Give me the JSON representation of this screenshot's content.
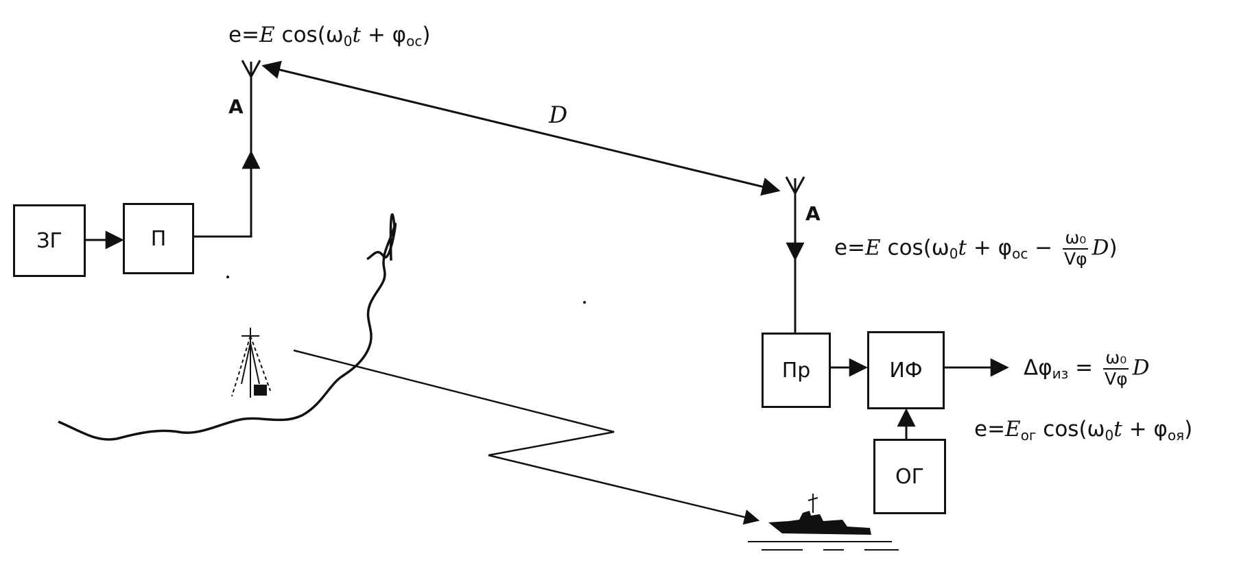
{
  "blocks": {
    "generator": "ЗГ",
    "transmitter": "П",
    "receiver": "Пр",
    "phase_meter": "ИФ",
    "reference_generator": "ОГ"
  },
  "antenna_label": "A",
  "distance_label": "D",
  "formulas": {
    "transmitted": {
      "lhs": "e=",
      "amp": "E",
      "cos": " cos(",
      "omega": "ω",
      "omega_sub": "0",
      "t": "t",
      "plus": " + ",
      "phi": "φ",
      "phi_sub": "ос",
      "close": ")"
    },
    "received": {
      "lhs": "e=",
      "amp": "E",
      "cos": " cos(",
      "omega": "ω",
      "omega_sub": "0",
      "t": "t",
      "plus": " + ",
      "phi": "φ",
      "phi_sub": "ос",
      "minus": " − ",
      "frac_num": "ω₀",
      "frac_den": "Vφ",
      "dist": "D",
      "close": ")"
    },
    "measured": {
      "delta": "Δφ",
      "delta_sub": "из",
      "eq": " = ",
      "frac_num": "ω₀",
      "frac_den": "Vφ",
      "dist": "D"
    },
    "reference": {
      "lhs": "e=",
      "amp": "E",
      "amp_sub": "ог",
      "cos": " cos(",
      "omega": "ω",
      "omega_sub": "0",
      "t": "t",
      "plus": " + ",
      "phi": "φ",
      "phi_sub": "оя",
      "close": ")"
    }
  }
}
